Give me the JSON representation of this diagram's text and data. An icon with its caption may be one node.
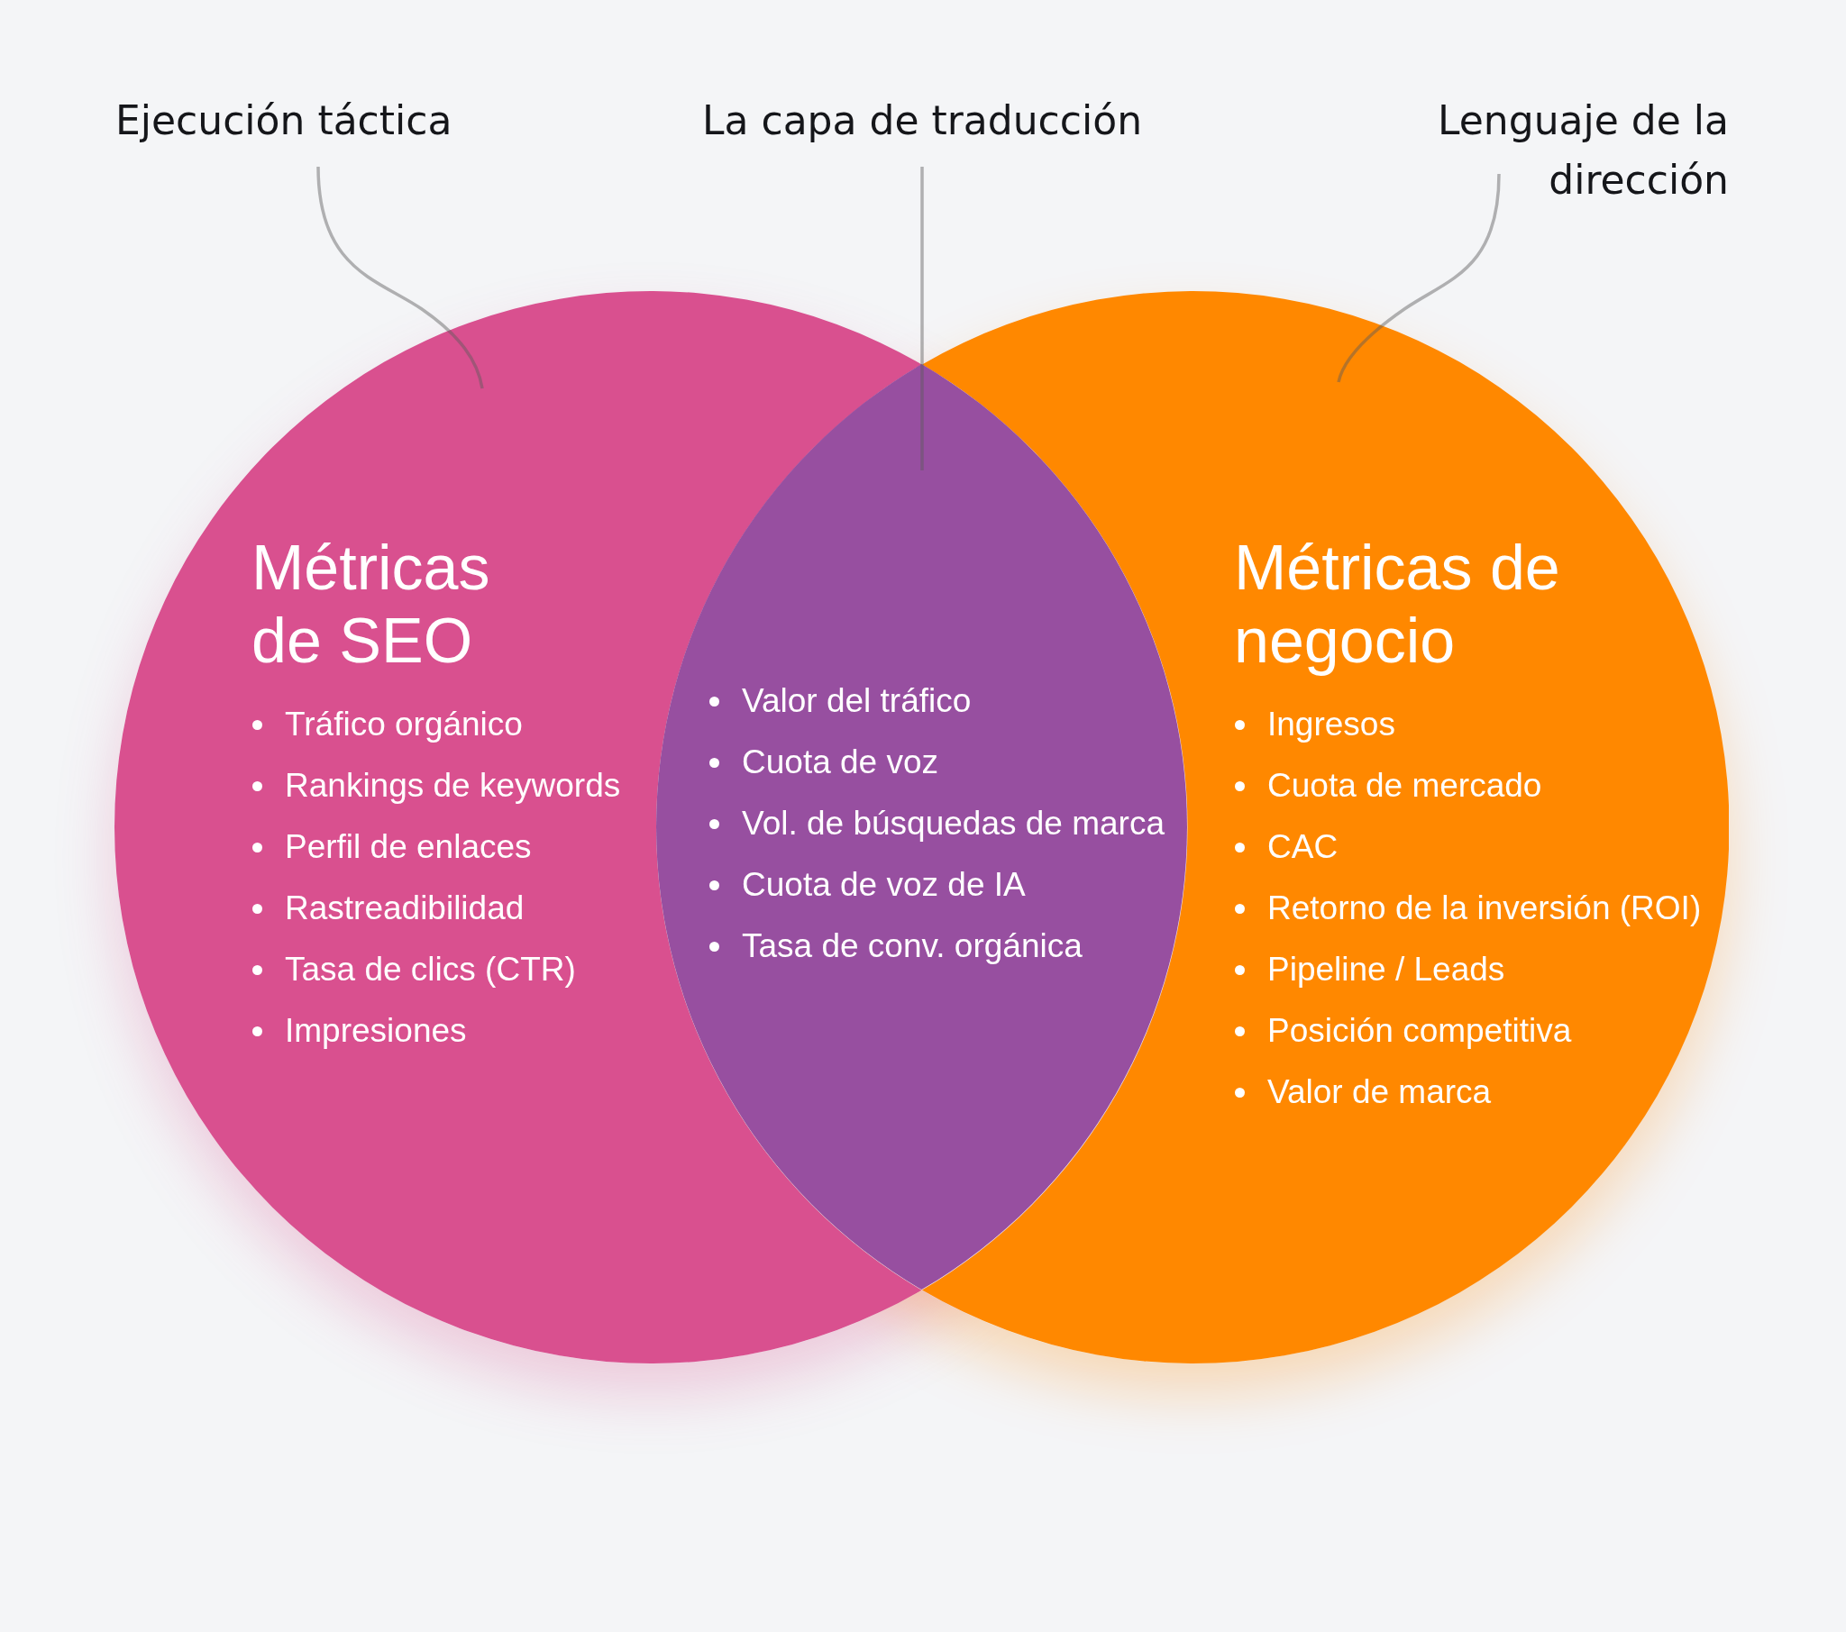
{
  "diagram": {
    "nodes": [
      {
        "text": [
          "Ejecución táctica"
        ]
      },
      {
        "text": [
          "La capa de traducción"
        ]
      },
      {
        "text": [
          "Lenguaje de la dirección"
        ]
      },
      {
        "text": [
          "Métricas de SEO",
          "Tráfico orgánico",
          "Rankings de keywords",
          "Perfil de enlaces",
          "Rastreadibilidad",
          "Tasa de clics (CTR)",
          "Impresiones"
        ]
      },
      {
        "text": [
          "Valor del tráfico",
          "Cuota de voz",
          "Vol. de búsquedas de marca",
          "Cuota de voz de IA",
          "Tasa de conv. orgánica"
        ]
      },
      {
        "text": [
          "Métricas de negocio",
          "Ingresos",
          "Cuota de mercado",
          "CAC",
          "Retorno de la inversión (ROI)",
          "Pipeline / Leads",
          "Posición competitiva",
          "Valor de marca"
        ]
      }
    ],
    "edges": [
      {
        "from": 0,
        "to": 3,
        "arrow": "none"
      },
      {
        "from": 1,
        "to": 4,
        "arrow": "none"
      },
      {
        "from": 2,
        "to": 5,
        "arrow": "none"
      }
    ]
  }
}
